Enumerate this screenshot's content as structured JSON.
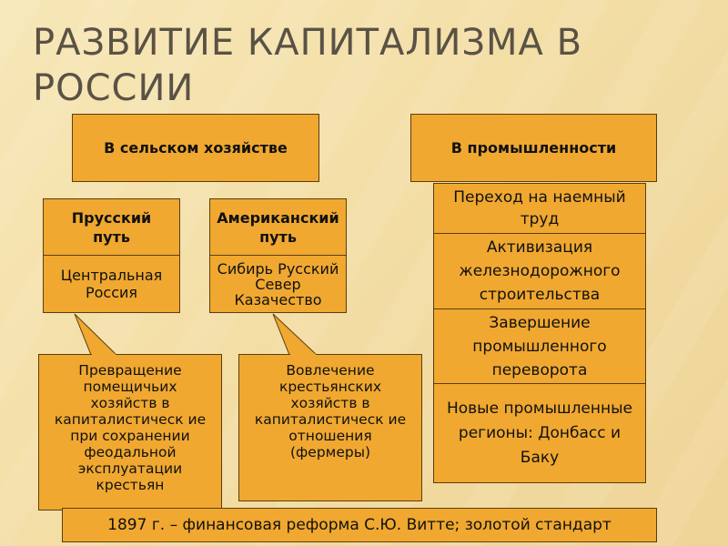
{
  "title": "РАЗВИТИЕ КАПИТАЛИЗМА В РОССИИ",
  "agriculture": {
    "header": "В сельском хозяйстве",
    "prussian": {
      "label": "Прусский путь",
      "region": "Центральная Россия"
    },
    "american": {
      "label": "Американский путь",
      "region": "Сибирь Русский Север Казачество"
    },
    "note_prussian": "Превращение помещичьих хозяйств в капиталистическ ие при сохранении феодальной эксплуатации крестьян",
    "note_american": "Вовлечение крестьянских хозяйств в капиталистическ ие отношения (фермеры)"
  },
  "industry": {
    "header": "В промышленности",
    "items": [
      "Переход на наемный труд",
      "Активизация железнодорожного строительства",
      "Завершение промышленного переворота",
      "Новые промышленные регионы: Донбасс и Баку"
    ]
  },
  "footer": "1897 г. – финансовая реформа С.Ю. Витте; золотой стандарт",
  "colors": {
    "box_fill": "#f0a830",
    "box_border": "#5b3f0d",
    "title": "#5a5245"
  }
}
